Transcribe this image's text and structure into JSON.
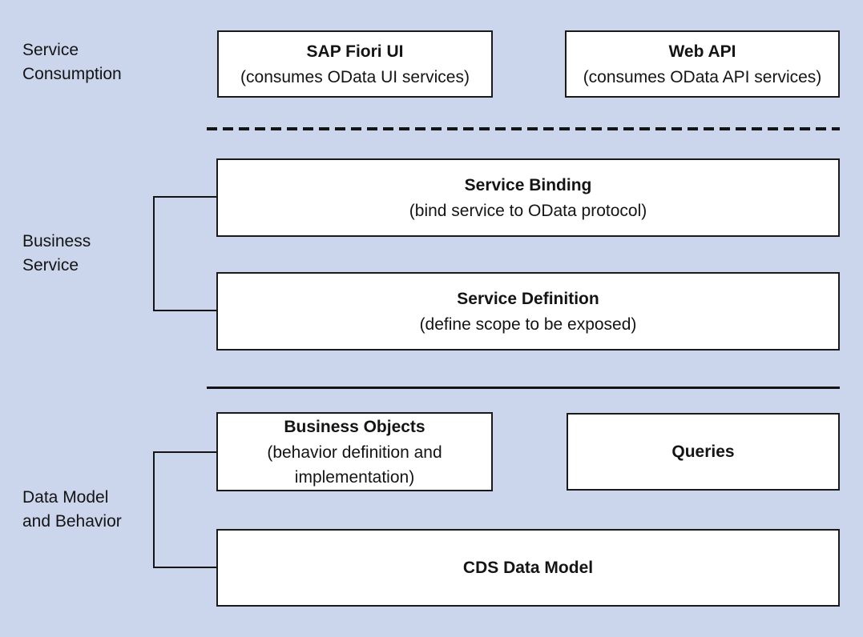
{
  "colors": {
    "background": "#cbd5ec",
    "box_background": "#ffffff",
    "box_border": "#1a1a1a",
    "line": "#141414",
    "text": "#141414"
  },
  "layers": {
    "service_consumption": {
      "label": "Service\nConsumption"
    },
    "business_service": {
      "label": "Business\nService"
    },
    "data_model": {
      "label": "Data Model\nand Behavior"
    }
  },
  "boxes": {
    "sap_fiori_ui": {
      "title": "SAP Fiori UI",
      "subtitle": "(consumes OData UI services)"
    },
    "web_api": {
      "title": "Web API",
      "subtitle": "(consumes OData API services)"
    },
    "service_binding": {
      "title": "Service Binding",
      "subtitle": "(bind service to OData protocol)"
    },
    "service_definition": {
      "title": "Service Definition",
      "subtitle": "(define scope to be exposed)"
    },
    "business_objects": {
      "title": "Business Objects",
      "subtitle": "(behavior definition and implementation)"
    },
    "queries": {
      "title": "Queries"
    },
    "cds_data_model": {
      "title": "CDS Data Model"
    }
  }
}
